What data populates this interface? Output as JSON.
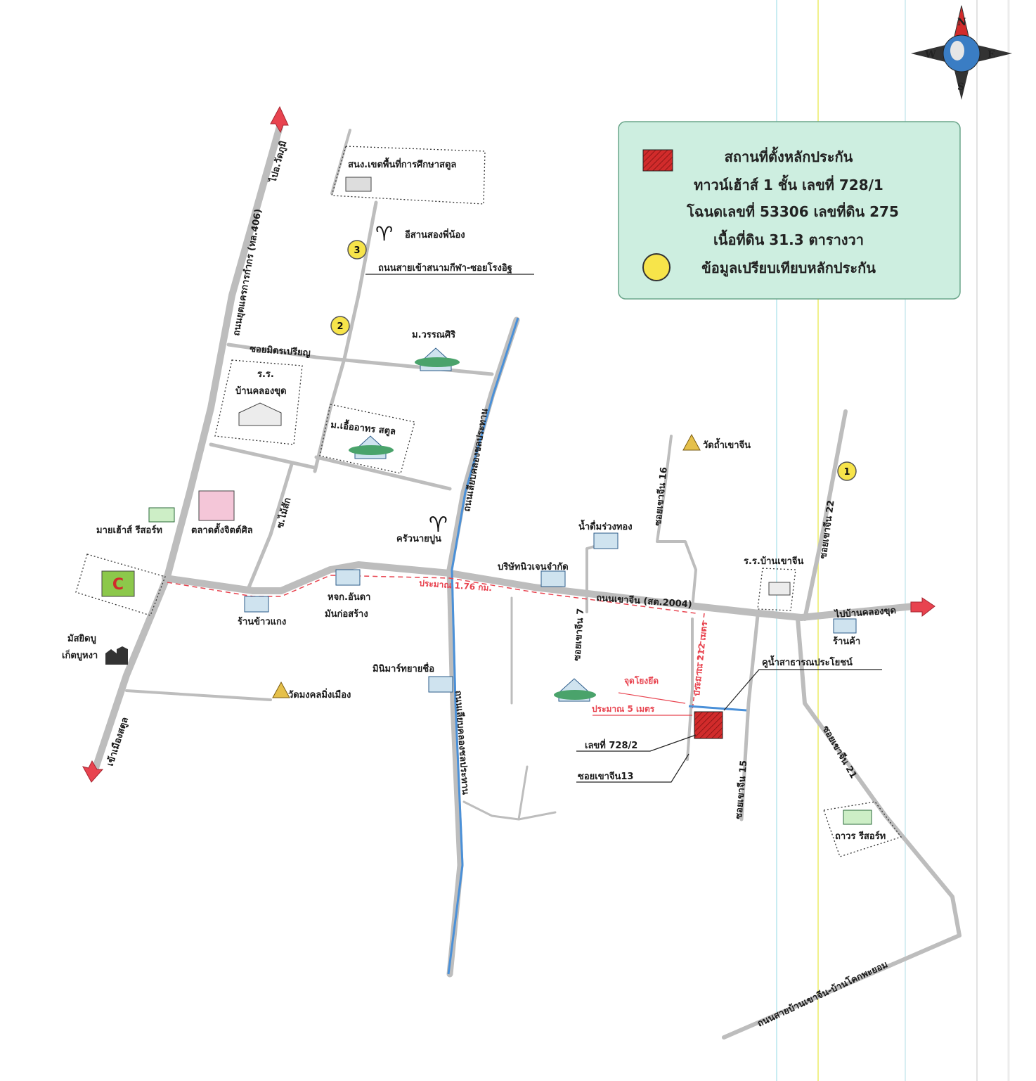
{
  "legend": {
    "collateral_title": "สถานที่ตั้งหลักประกัน",
    "collateral_line2": "ทาวน์เฮ้าส์ 1 ชั้น เลขที่ 728/1",
    "collateral_line3": "โฉนดเลขที่ 53306 เลขที่ดิน 275",
    "collateral_line4": "เนื้อที่ดิน 31.3 ตารางวา",
    "comparison": "ข้อมูลเปรียบเทียบหลักประกัน",
    "box_color": "#cdeee0",
    "property_color": "#d12b2b",
    "marker_color": "#f7e44a"
  },
  "compass": {
    "n": "N",
    "s": "S",
    "e": "E",
    "w": "W"
  },
  "roads": {
    "to_wat_phu": "ไปอ.วัดภูมิ",
    "yutthakan": "ถนนยุตแครการกำกร (ทล.406)",
    "to_mueang": "เข้าเมืองสตูล",
    "sanam_kila": "ถนนสายเข้าสนามกีฬา-ซอยโรงอิฐ",
    "mit_prian": "ซอยมิตรเปรียญ",
    "klong_chalprathan_n": "ถนนเลียบคลองชลประทาน",
    "klong_chalprathan_s": "ถนนเลียบคลองชลประทาน",
    "khao_chin_main": "ถนนเขาจีน (สต.2004)",
    "to_ban_khlong_khut": "ไปบ้านคลองขุด",
    "soi_khao_chin_16": "ซอยเขาจีน 16",
    "soi_khao_chin_22": "ซอยเขาจีน 22",
    "soi_khao_chin_7": "ซอยเขาจีน 7",
    "soi_khao_chin_15": "ซอยเขาจีน 15",
    "soi_khao_chin_21": "ซอยเขาจีน 21",
    "soi_mai_sak": "ซ.ไม้สัก",
    "ban_khao_chin_rd": "ถนนสายบ้านเขาจีน-บ้านโคกพะยอม",
    "soi_khao_chin_13": "ซอยเขาจีน13"
  },
  "places": {
    "education_office": "สนง.เขตพื้นที่การศึกษาสตูล",
    "isan_song_phi_nong": "อีสานสองพี่น้อง",
    "m_wannasiri": "ม.วรรณศิริ",
    "school_khlong_khut_1": "ร.ร.",
    "school_khlong_khut_2": "บ้านคลองขุด",
    "m_uea_athon": "ม.เอื้ออาทร สตูล",
    "wat_tham_khao_chin": "วัดถ้ำเขาจีน",
    "my_house_resort": "มายเฮ้าส์ รีสอร์ท",
    "art_market": "ตลาดตั้งจิตต์ศิล",
    "khrua_nai_pun": "ครัวนายปูน",
    "water_ruang_thong": "น้ำดื่มร่วงทอง",
    "company_nivejn": "บริษัทนิวเจนจำกัด",
    "school_ban_khao_chin": "ร.ร.บ้านเขาจีน",
    "shop_khao_kaeng": "ร้านข้าวแกง",
    "hjk_anda_1": "หจก.อันดา",
    "hjk_anda_2": "มันก่อสร้าง",
    "mosque_1": "มัสยิดบู",
    "mosque_2": "เก็ตบูหงา",
    "minimart": "มินิมาร์ทยายชื่อ",
    "wat_mongkol": "วัดมงคลมิ่งเมือง",
    "shop": "ร้านค้า",
    "public_ditch": "คูน้ำสาธารณประโยชน์",
    "joint_point": "จุดโยงยึด",
    "no_728_2": "เลขที่ 728/2",
    "thavon_resort": "ถาวร รีสอร์ท"
  },
  "distances": {
    "main": "ประมาณ 1.76 กม.",
    "side": "ประมาณ 212 เมตร",
    "approx_5m": "ประมาณ 5 เมตร"
  },
  "markers": [
    "1",
    "2",
    "3"
  ]
}
